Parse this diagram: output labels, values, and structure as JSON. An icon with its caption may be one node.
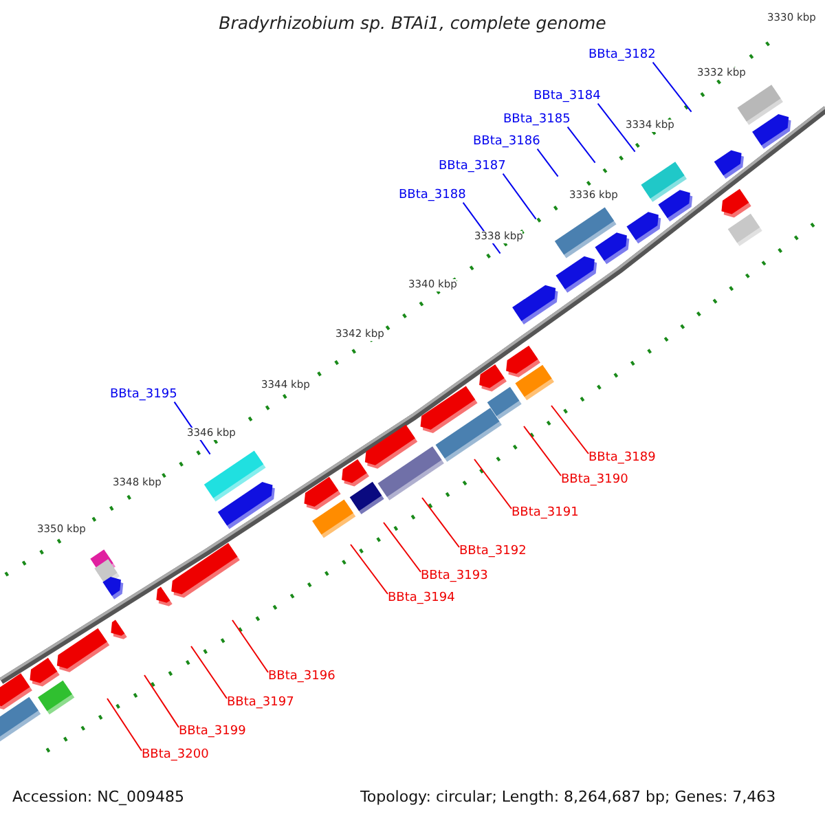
{
  "diagram": {
    "title": "Bradyrhizobium sp. BTAi1, complete genome",
    "nodes": [
      {
        "text": [
          "BBta_3182"
        ]
      },
      {
        "text": [
          "BBta_3184"
        ]
      },
      {
        "text": [
          "BBta_3185"
        ]
      },
      {
        "text": [
          "BBta_3186"
        ]
      },
      {
        "text": [
          "BBta_3187"
        ]
      },
      {
        "text": [
          "BBta_3188"
        ]
      },
      {
        "text": [
          "BBta_3195"
        ]
      },
      {
        "text": [
          "BBta_3189"
        ]
      },
      {
        "text": [
          "BBta_3190"
        ]
      },
      {
        "text": [
          "BBta_3191"
        ]
      },
      {
        "text": [
          "BBta_3192"
        ]
      },
      {
        "text": [
          "BBta_3193"
        ]
      },
      {
        "text": [
          "BBta_3194"
        ]
      },
      {
        "text": [
          "BBta_3196"
        ]
      },
      {
        "text": [
          "BBta_3197"
        ]
      },
      {
        "text": [
          "BBta_3199"
        ]
      },
      {
        "text": [
          "BBta_3200"
        ]
      }
    ],
    "edges": [
      {
        "from": 0,
        "to": null,
        "arrow": "none",
        "color": "#0000ee"
      },
      {
        "from": 1,
        "to": null,
        "arrow": "none",
        "color": "#0000ee"
      },
      {
        "from": 2,
        "to": null,
        "arrow": "none",
        "color": "#0000ee"
      },
      {
        "from": 3,
        "to": null,
        "arrow": "none",
        "color": "#0000ee"
      },
      {
        "from": 4,
        "to": null,
        "arrow": "none",
        "color": "#0000ee"
      },
      {
        "from": 5,
        "to": null,
        "arrow": "none",
        "color": "#0000ee"
      },
      {
        "from": 6,
        "to": null,
        "arrow": "none",
        "color": "#0000ee"
      },
      {
        "from": 7,
        "to": null,
        "arrow": "none"
      },
      {
        "from": 8,
        "to": null,
        "arrow": "none"
      },
      {
        "from": 9,
        "to": null,
        "arrow": "none"
      },
      {
        "from": 10,
        "to": null,
        "arrow": "none"
      },
      {
        "from": 11,
        "to": null,
        "arrow": "none"
      },
      {
        "from": 12,
        "to": null,
        "arrow": "none"
      },
      {
        "from": 13,
        "to": null,
        "arrow": "none"
      },
      {
        "from": 14,
        "to": null,
        "arrow": "none"
      },
      {
        "from": 15,
        "to": null,
        "arrow": "none"
      },
      {
        "from": 16,
        "to": null,
        "arrow": "none"
      }
    ],
    "labels": [
      "3330 kbp",
      "3332 kbp",
      "3334 kbp",
      "3336 kbp",
      "3338 kbp",
      "3340 kbp",
      "3342 kbp",
      "3344 kbp",
      "3346 kbp",
      "3348 kbp",
      "3350 kbp",
      "Accession: NC_009485",
      "Topology: circular; Length: 8,264,687 bp; Genes: 7,463"
    ]
  }
}
